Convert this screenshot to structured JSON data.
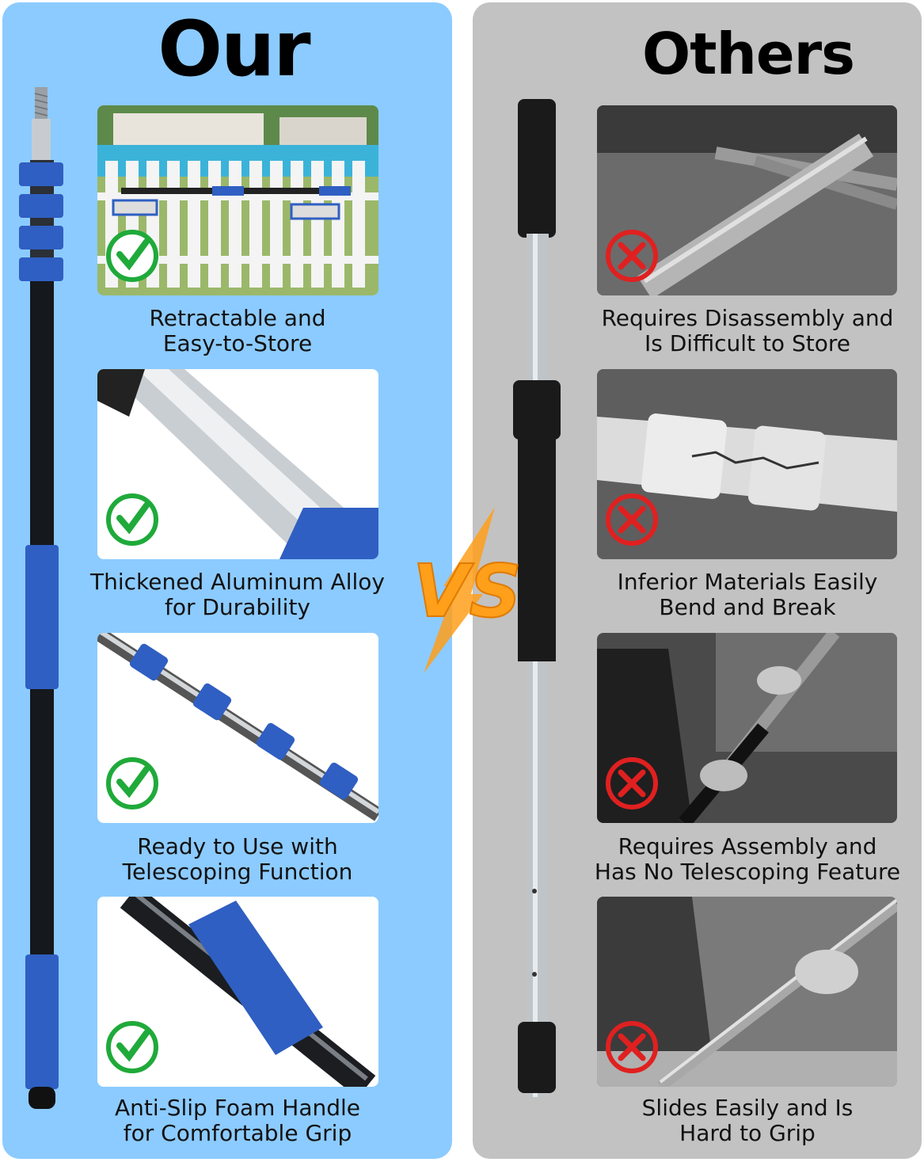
{
  "left_panel": {
    "title": "Our",
    "accent_color": "#2f5fc2",
    "badge": "green-checkmark-icon",
    "items": [
      {
        "caption_line1": "Retractable and",
        "caption_line2": "Easy-to-Store"
      },
      {
        "caption_line1": "Thickened Aluminum Alloy",
        "caption_line2": "for Durability"
      },
      {
        "caption_line1": "Ready to Use with",
        "caption_line2": "Telescoping Function"
      },
      {
        "caption_line1": "Anti-Slip Foam Handle",
        "caption_line2": "for Comfortable Grip"
      }
    ]
  },
  "right_panel": {
    "title": "Others",
    "badge": "red-x-icon",
    "items": [
      {
        "caption_line1": "Requires Disassembly and",
        "caption_line2": "Is Difficult to Store"
      },
      {
        "caption_line1": "Inferior Materials Easily",
        "caption_line2": "Bend and Break"
      },
      {
        "caption_line1": "Requires Assembly and",
        "caption_line2": "Has No Telescoping Feature"
      },
      {
        "caption_line1": "Slides Easily and Is",
        "caption_line2": "Hard to Grip"
      }
    ]
  },
  "vs_label": "VS",
  "colors": {
    "left_background": "#8ccbff",
    "right_background": "#c2c2c2",
    "vs_orange": "#ff9f1a",
    "check_green": "#1faa3a",
    "x_red": "#e02020"
  }
}
